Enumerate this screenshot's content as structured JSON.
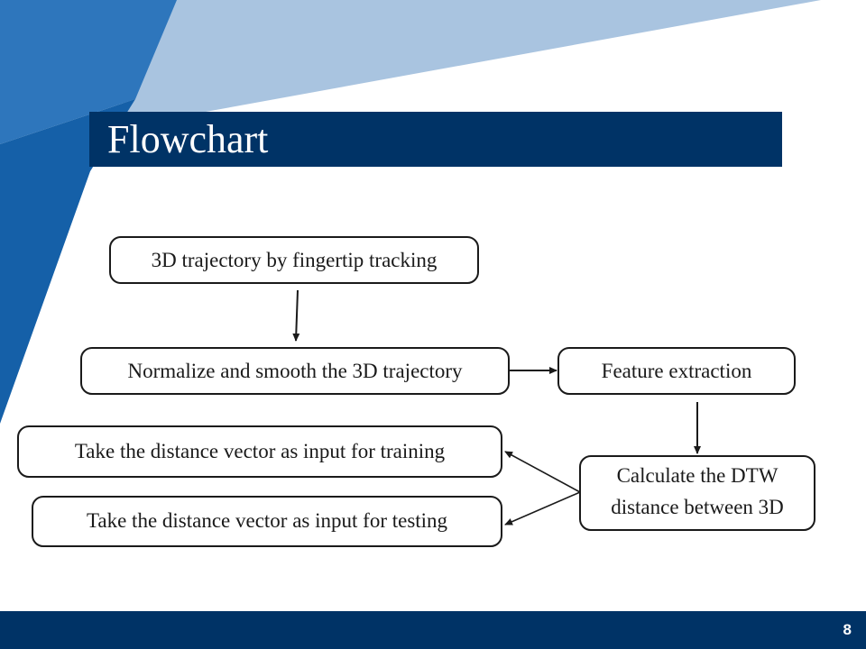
{
  "slide": {
    "title": "Flowchart",
    "page_number": "8"
  },
  "colors": {
    "navy": "#003366",
    "blue_dark": "#1560a8",
    "blue_mid": "#2e76bc",
    "blue_light": "#a9c4e0"
  },
  "flowchart": {
    "nodes": {
      "trajectory": "3D trajectory by fingertip tracking",
      "normalize": "Normalize and smooth the 3D trajectory",
      "feature": "Feature extraction",
      "dtw_line1": "Calculate the DTW",
      "dtw_line2": "distance between 3D",
      "training": "Take the distance vector as input for training",
      "testing": "Take the distance vector as input for testing"
    }
  }
}
